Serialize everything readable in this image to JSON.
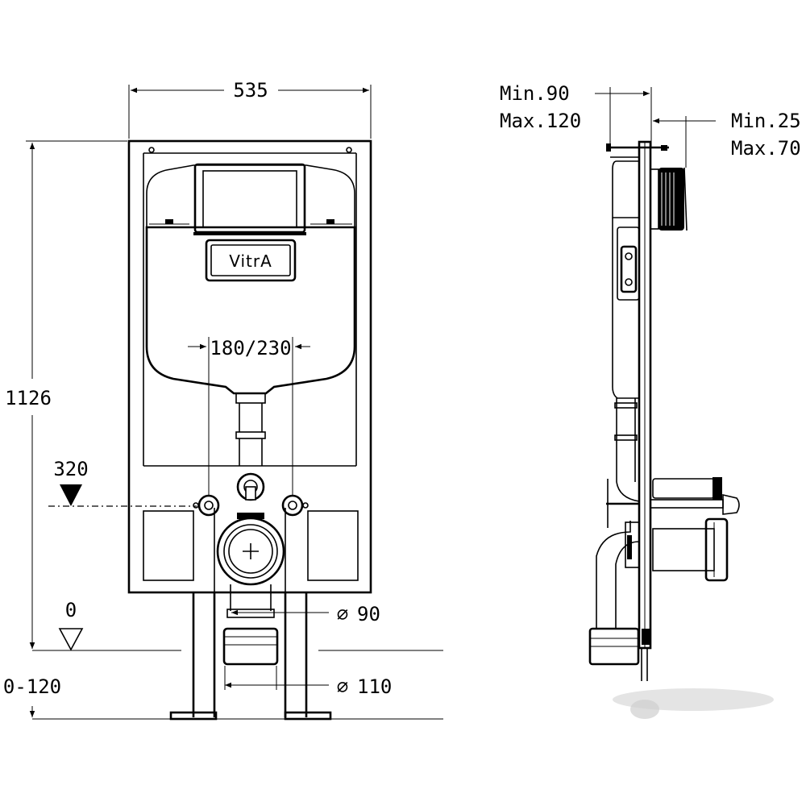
{
  "front_view": {
    "brand_logo": "VitrA",
    "width_label": "535",
    "height_label": "1126",
    "flush_spacing_label": "180/230",
    "level_320_label": "320",
    "level_0_label": "0",
    "adjust_label": "0-120",
    "pipe_90_label": "90",
    "pipe_110_label": "110",
    "diameter_symbol": "⌀"
  },
  "side_view": {
    "frame_depth_min": "Min.90",
    "frame_depth_max": "Max.120",
    "wall_depth_min": "Min.25",
    "wall_depth_max": "Max.70"
  }
}
